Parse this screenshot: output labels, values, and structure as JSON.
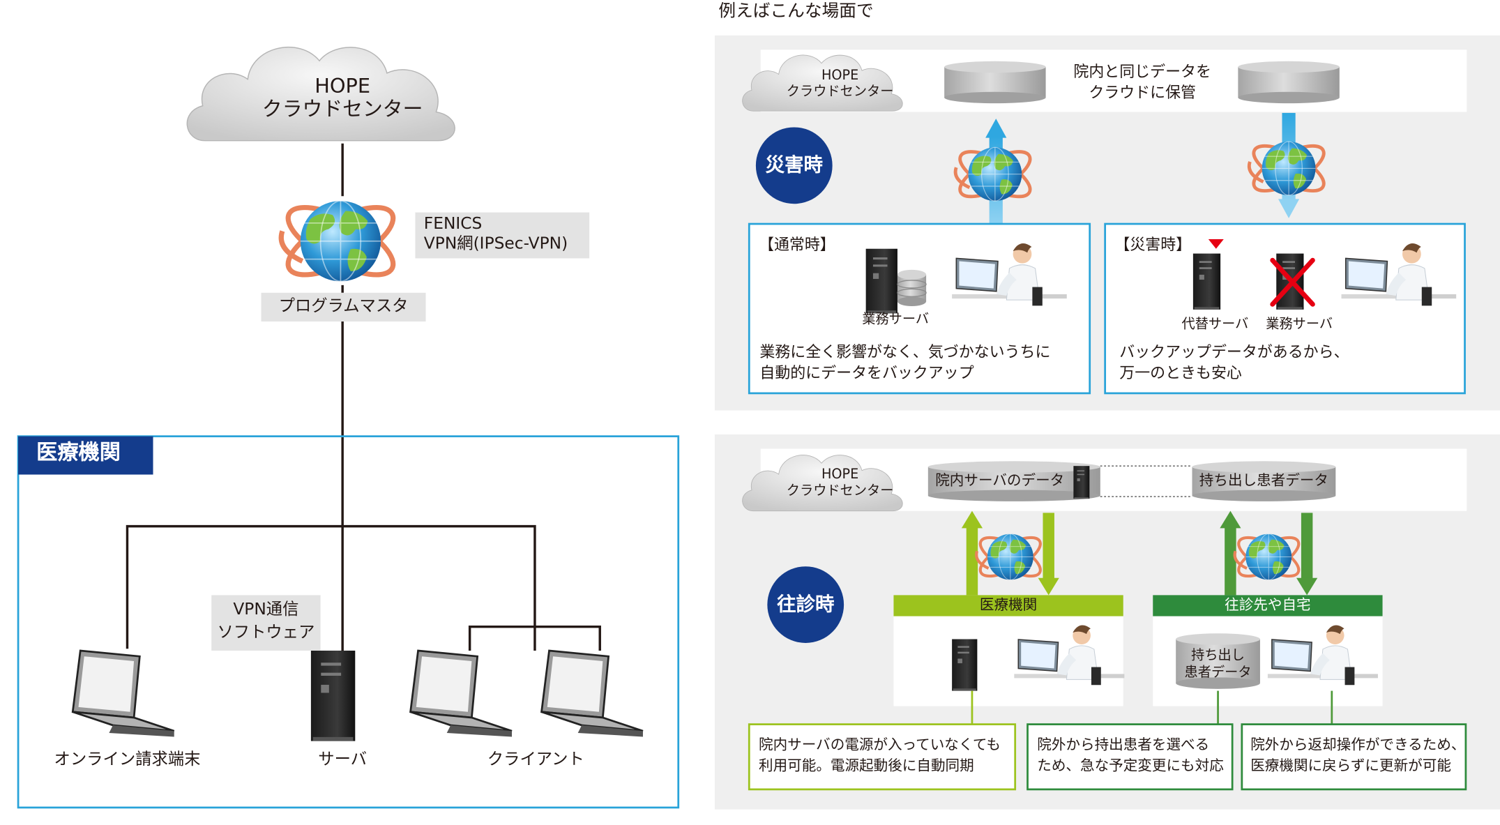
{
  "left": {
    "cloud_line1": "HOPE",
    "cloud_line2": "クラウドセンター",
    "network_line1": "FENICS",
    "network_line2": "VPN網(IPSec-VPN)",
    "program_master": "プログラムマスタ",
    "institution": "医療機関",
    "vpn_sw_line1": "VPN通信",
    "vpn_sw_line2": "ソフトウェア",
    "online_terminal": "オンライン請求端末",
    "server": "サーバ",
    "client": "クライアント"
  },
  "right": {
    "heading": "例えばこんな場面で",
    "disaster": {
      "cloud_line1": "HOPE",
      "cloud_line2": "クラウドセンター",
      "storage_line1": "院内と同じデータを",
      "storage_line2": "クラウドに保管",
      "badge": "災害時",
      "normal_title": "【通常時】",
      "business_server": "業務サーバ",
      "normal_desc1": "業務に全く影響がなく、気づかないうちに",
      "normal_desc2": "自動的にデータをバックアップ",
      "disaster_title": "【災害時】",
      "substitute_server": "代替サーバ",
      "business_server2": "業務サーバ",
      "disaster_desc1": "バックアップデータがあるから、",
      "disaster_desc2": "万一のときも安心"
    },
    "visit": {
      "cloud_line1": "HOPE",
      "cloud_line2": "クラウドセンター",
      "server_data": "院内サーバのデータ",
      "takeout_data": "持ち出し患者データ",
      "badge": "往診時",
      "institution_header": "医療機関",
      "home_header": "往診先や自宅",
      "takeout_line1": "持ち出し",
      "takeout_line2": "患者データ",
      "note1_line1": "院内サーバの電源が入っていなくても",
      "note1_line2": "利用可能。電源起動後に自動同期",
      "note2_line1": "院外から持出患者を選べる",
      "note2_line2": "ため、急な予定変更にも対応",
      "note3_line1": "院外から返却操作ができるため、",
      "note3_line2": "医療機関に戻らずに更新が可能"
    }
  },
  "colors": {
    "accent_blue": "#29a3d9",
    "badge_navy": "#143c8c",
    "green_light": "#9cc31e",
    "green_dark": "#2e8b3c",
    "panel_gray": "#efefef",
    "label_gray": "#e3e3e3"
  }
}
